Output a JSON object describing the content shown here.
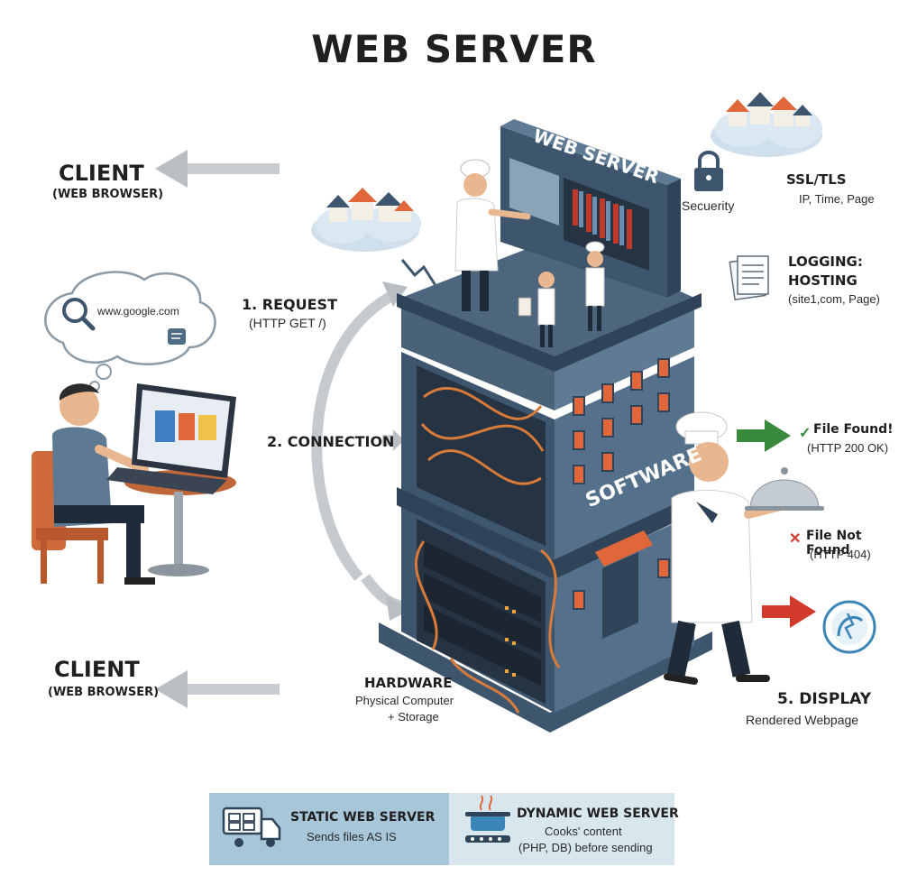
{
  "title": "WEB SERVER",
  "client_top": {
    "heading": "CLIENT",
    "sub": "(WEB BROWSER)"
  },
  "client_bottom": {
    "heading": "CLIENT",
    "sub": "(WEB BROWSER)"
  },
  "thought_bubble": {
    "url": "www.google.com"
  },
  "steps": {
    "request": {
      "heading": "1. REQUEST",
      "sub": "(HTTP GET /)"
    },
    "connection": {
      "heading": "2. CONNECTION"
    },
    "display": {
      "heading": "5. DISPLAY",
      "sub": "Rendered Webpage"
    }
  },
  "building": {
    "sign": "WEB SERVER",
    "software_label": "SOFTWARE",
    "hardware": {
      "heading": "HARDWARE",
      "line1": "Physical Computer",
      "line2": "+ Storage"
    }
  },
  "security": {
    "label": "Secuerity"
  },
  "ssl": {
    "heading": "SSL/TLS",
    "sub": "IP, Time, Page"
  },
  "logging": {
    "heading1": "LOGGING:",
    "heading2": "HOSTING",
    "sub": "(site1,com, Page)"
  },
  "responses": {
    "found": {
      "heading": "File Found!",
      "sub": "(HTTP 200 OK)",
      "color": "#3a8a3e"
    },
    "not_found": {
      "heading": "File Not Found",
      "sub": "(HTTP 404)",
      "color": "#d23a2c"
    }
  },
  "bottom_bar": {
    "static": {
      "title": "STATIC WEB SERVER",
      "desc": "Sends files AS IS"
    },
    "dynamic": {
      "title": "DYNAMIC WEB SERVER",
      "line1": "Cooks' content",
      "line2": "(PHP, DB) before sending"
    }
  },
  "colors": {
    "building": "#55708a",
    "building_dark": "#3e566d",
    "building_light": "#8aa3b8",
    "accent_orange": "#e0673a",
    "cable": "#d87a3a",
    "bar_static": "#a7c6d8",
    "bar_dynamic": "#d8e6ee",
    "arrow_gray": "#b9bec3"
  }
}
